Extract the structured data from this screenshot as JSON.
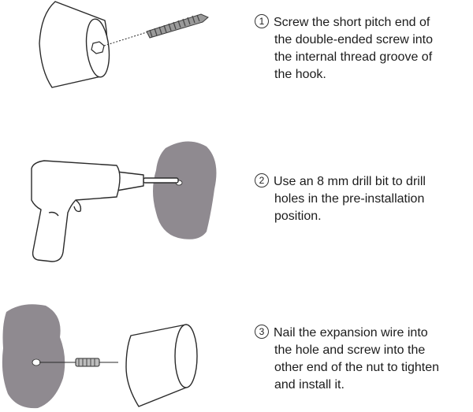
{
  "colors": {
    "wall": "#8f8a90",
    "outline": "#2a2a2a",
    "text": "#1c1c1c",
    "screw": "#7a7a7a"
  },
  "steps": [
    {
      "number": "1",
      "illustration": "hook-and-double-ended-screw",
      "lines": [
        "Screw the short pitch end of",
        "the double-ended screw into",
        "the internal thread groove of",
        "the hook."
      ]
    },
    {
      "number": "2",
      "illustration": "drill-and-wall",
      "lines": [
        "Use an 8 mm drill bit to drill",
        "holes in the pre-installation",
        "position."
      ]
    },
    {
      "number": "3",
      "illustration": "wall-anchor-and-hook",
      "lines": [
        "Nail the expansion wire into",
        "the hole and screw into the",
        "other end of the nut to tighten",
        "and install it."
      ]
    }
  ]
}
